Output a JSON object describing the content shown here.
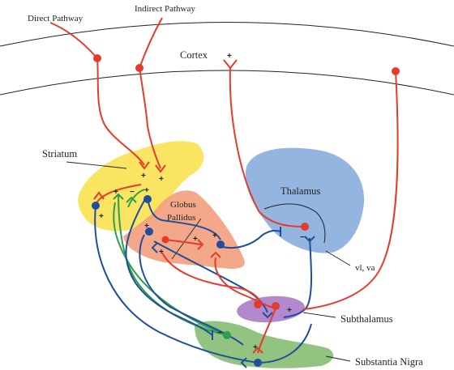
{
  "labels": {
    "direct_pathway": "Direct Pathway",
    "indirect_pathway": "Indirect Pathway",
    "cortex": "Cortex",
    "striatum": "Striatum",
    "globus_pallidus_1": "Globus",
    "globus_pallidus_2": "Pallidus",
    "thalamus": "Thalamus",
    "vl_va": "vl, va",
    "subthalamus": "Subthalamus",
    "substantia_nigra": "Substantia Nigra"
  },
  "signs": {
    "plus": "+",
    "minus": "−"
  },
  "colors": {
    "excitatory": "#e53b2c",
    "inhibitory": "#1f4e9c",
    "dopaminergic": "#2e9e4e",
    "striatum": "#f9e046",
    "globus_pallidus": "#f2a07c",
    "thalamus": "#8fb1df",
    "subthalamus": "#a97cc6",
    "substantia_nigra": "#8dc07a"
  }
}
